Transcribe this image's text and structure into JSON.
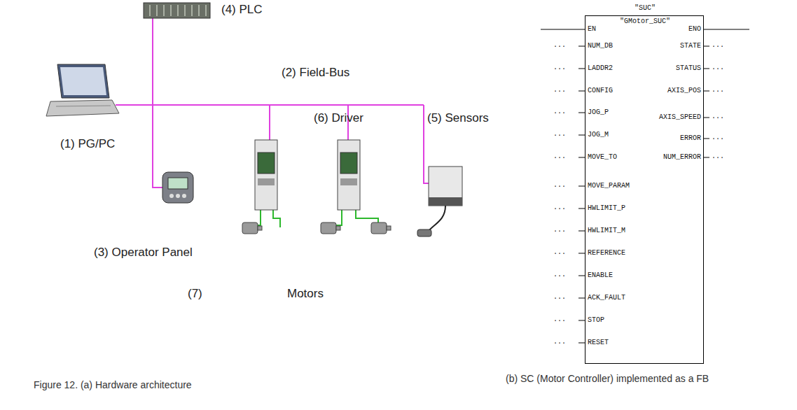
{
  "diagram": {
    "caption": "Figure 12. (a) Hardware architecture",
    "nodes": [
      {
        "text": [
          "\"SUC\"",
          "\"GMotor_SUC\"",
          "EN",
          "NUM_DB",
          "LADDR2",
          "CONFIG",
          "JOG_P",
          "JOG_M",
          "MOVE_TO",
          "MOVE_PARAM",
          "HWLIMIT_P",
          "HWLIMIT_M",
          "REFERENCE",
          "ENABLE",
          "ACK_FAULT",
          "STOP",
          "RESET",
          "ENO",
          "STATE",
          "STATUS",
          "AXIS_POS",
          "AXIS_SPEED",
          "ERROR",
          "NUM_ERROR"
        ]
      }
    ],
    "labels": [
      "(1) PG/PC",
      "(4) PLC",
      "(2) Field-Bus",
      "(6) Driver",
      "(5) Sensors",
      "(3) Operator Panel",
      "(7)",
      "Motors",
      "(b) SC (Motor Controller) implemented as a FB",
      "...",
      "...",
      "...",
      "...",
      "...",
      "...",
      "...",
      "...",
      "...",
      "...",
      "...",
      "...",
      "...",
      "...",
      "...",
      "...",
      "...",
      "...",
      "...",
      "..."
    ]
  }
}
